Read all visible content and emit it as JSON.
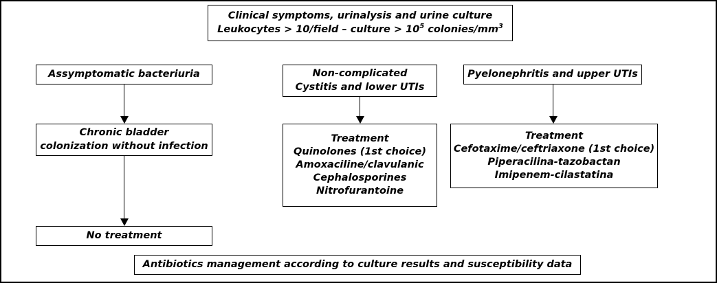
{
  "diagram": {
    "title": "Urinary tract infection management flowchart",
    "colors": {
      "line": "#000000",
      "background": "#ffffff",
      "text": "#000000"
    },
    "nodes": {
      "top": {
        "line1": "Clinical symptoms, urinalysis and urine culture",
        "line2_a": "Leukocytes > 10/field – culture > 10",
        "line2_sup1": "5",
        "line2_b": " colonies/mm",
        "line2_sup2": "3"
      },
      "left_header": {
        "line1": "Assymptomatic bacteriuria"
      },
      "left_chronic": {
        "line1": "Chronic bladder",
        "line2": "colonization without infection"
      },
      "left_no_treatment": {
        "line1": "No treatment"
      },
      "mid_header": {
        "line1": "Non-complicated",
        "line2": "Cystitis and lower UTIs"
      },
      "mid_treatment": {
        "line1": "Treatment",
        "line2": "Quinolones (1st choice)",
        "line3": "Amoxaciline/clavulanic",
        "line4": "Cephalosporines",
        "line5": "Nitrofurantoine"
      },
      "right_header": {
        "line1": "Pyelonephritis and upper UTIs"
      },
      "right_treatment": {
        "line1": "Treatment",
        "line2": "Cefotaxime/ceftriaxone (1st choice)",
        "line3": "Piperacilina-tazobactan",
        "line4": "Imipenem-cilastatina"
      },
      "bottom": {
        "line1": "Antibiotics management according to culture results and susceptibility data"
      }
    },
    "connectors": [
      {
        "name": "assymptomatic-to-chronic",
        "from": "left_header",
        "to": "left_chronic",
        "icon": "down-arrow-icon"
      },
      {
        "name": "chronic-to-no-treatment",
        "from": "left_chronic",
        "to": "left_no_treatment",
        "icon": "down-arrow-icon"
      },
      {
        "name": "cystitis-to-treatment",
        "from": "mid_header",
        "to": "mid_treatment",
        "icon": "down-arrow-icon"
      },
      {
        "name": "pyelonephritis-to-treatment",
        "from": "right_header",
        "to": "right_treatment",
        "icon": "down-arrow-icon"
      },
      {
        "name": "stray-arrow-right-treatment",
        "from": "right_treatment",
        "to": "right_treatment",
        "icon": "down-arrow-icon"
      }
    ]
  }
}
